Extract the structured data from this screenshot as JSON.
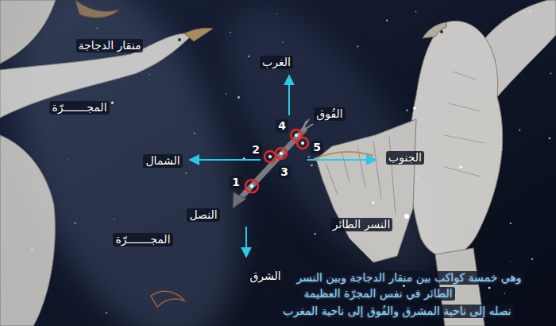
{
  "diagram": {
    "labels": [
      "منقار الدجاجة",
      "المجـــــــرّة",
      "الغرب",
      "الفُوق",
      "4",
      "2",
      "5",
      "3",
      "الشمال",
      "الجنوب",
      "1",
      "النصل",
      "النسر الطائر",
      "المجـــــــرّة",
      "الشرق",
      "وهي خمسة كواكب بين منقار الدجاجة وبين النسر",
      "الطائر في نفس المجرّة العظيمة",
      "نصله إلى ناحية المشرق والفُوق إلى ناحية المغرب"
    ]
  }
}
